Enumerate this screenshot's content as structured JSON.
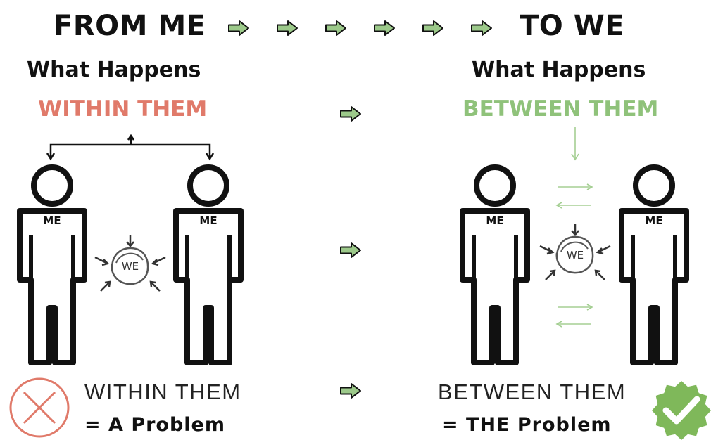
{
  "header": {
    "left": "FROM ME",
    "right": "TO WE"
  },
  "left": {
    "heading": "What Happens",
    "highlight": "WITHIN THEM",
    "person_left_label": "ME",
    "person_right_label": "ME",
    "center_label": "WE",
    "caption_line1": "WITHIN THEM",
    "caption_line2": "= A Problem",
    "caption_icon": "x-circle-icon"
  },
  "right": {
    "heading": "What Happens",
    "highlight": "BETWEEN THEM",
    "person_left_label": "ME",
    "person_right_label": "ME",
    "center_label": "WE",
    "caption_line1": "BETWEEN THEM",
    "caption_line2": "= THE Problem",
    "caption_icon": "check-badge-icon"
  },
  "colors": {
    "accent_red": "#e07a6a",
    "accent_green": "#8fc27a",
    "arrow_fill": "#9cc98a",
    "badge_green": "#7fb85a"
  }
}
